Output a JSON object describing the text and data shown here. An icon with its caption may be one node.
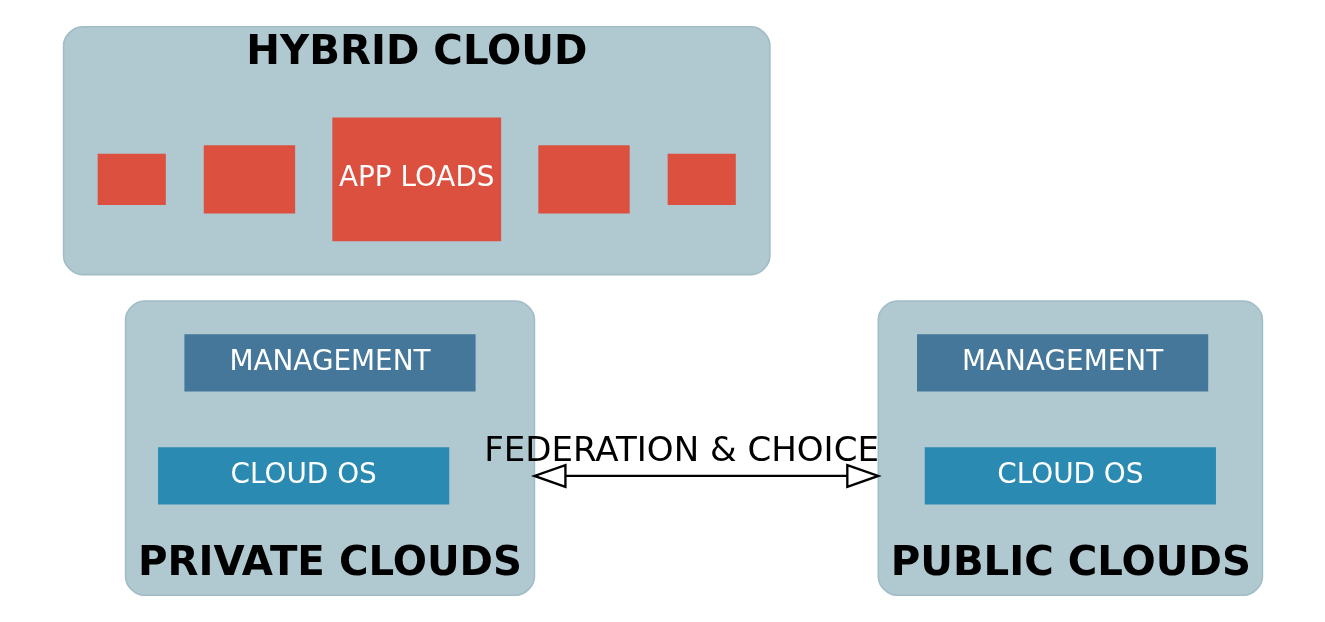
{
  "diagram": {
    "nodes": [
      {
        "text": [
          "HYBRID CLOUD"
        ]
      },
      {
        "text": [],
        "shape": "box",
        "in": 0
      },
      {
        "text": [],
        "shape": "box",
        "in": 0
      },
      {
        "text": [
          "APP LOADS"
        ],
        "in": 0
      },
      {
        "text": [],
        "shape": "box",
        "in": 0
      },
      {
        "text": [],
        "shape": "box",
        "in": 0
      },
      {
        "text": [
          "PRIVATE CLOUDS"
        ]
      },
      {
        "text": [
          "MANAGEMENT"
        ],
        "in": 6
      },
      {
        "text": [
          "CLOUD OS"
        ],
        "in": 6
      },
      {
        "text": [
          "PUBLIC CLOUDS"
        ]
      },
      {
        "text": [
          "MANAGEMENT"
        ],
        "in": 9
      },
      {
        "text": [
          "CLOUD OS"
        ],
        "in": 9
      }
    ],
    "edges": [
      {
        "from": 6,
        "to": 9,
        "arrow": "both",
        "label": "FEDERATION & CHOICE"
      }
    ]
  }
}
